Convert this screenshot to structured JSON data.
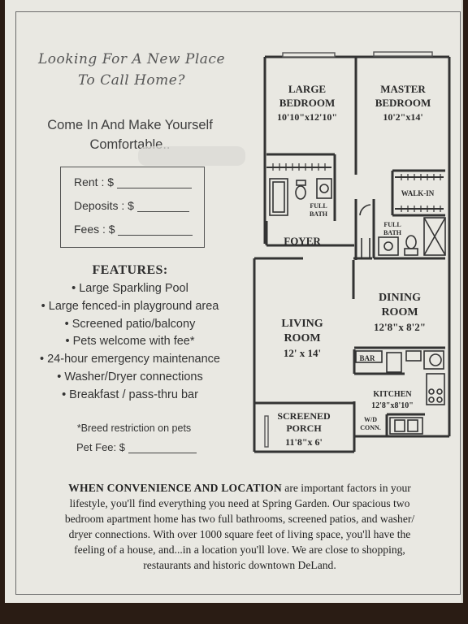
{
  "headline": [
    "Looking For A New Place",
    "To Call Home?"
  ],
  "welcome": [
    "Come In And Make Yourself",
    "Comfortable.."
  ],
  "costs": [
    {
      "label": "Rent : $"
    },
    {
      "label": "Deposits : $"
    },
    {
      "label": "Fees : $"
    }
  ],
  "features": {
    "title": "FEATURES:",
    "items": [
      "Large Sparkling Pool",
      "Large fenced-in playground area",
      "Screened patio/balcony",
      "Pets welcome with fee*",
      "24-hour emergency maintenance",
      "Washer/Dryer connections",
      "Breakfast / pass-thru bar"
    ],
    "note": "*Breed restriction on pets",
    "pet_fee_label": "Pet Fee: $"
  },
  "floorplan": {
    "large_bedroom": {
      "name": [
        "LARGE",
        "BEDROOM"
      ],
      "size": "10'10\"x12'10\""
    },
    "master_bedroom": {
      "name": [
        "MASTER",
        "BEDROOM"
      ],
      "size": "10'2\"x14'"
    },
    "full_bath_1": [
      "FULL",
      "BATH"
    ],
    "full_bath_2": [
      "FULL",
      "BATH"
    ],
    "walk_in": "WALK-IN",
    "foyer": "FOYER",
    "dining_room": {
      "name": [
        "DINING",
        "ROOM"
      ],
      "size": "12'8\"x 8'2\""
    },
    "living_room": {
      "name": [
        "LIVING",
        "ROOM"
      ],
      "size": "12' x 14'"
    },
    "bar": "BAR",
    "kitchen": {
      "name": "KITCHEN",
      "size": "12'8\"x8'10\""
    },
    "screened_porch": {
      "name": [
        "SCREENED",
        "PORCH"
      ],
      "size": "11'8\"x 6'"
    },
    "wd_conn": [
      "W/D",
      "CONN."
    ]
  },
  "body": {
    "lead": "WHEN CONVENIENCE AND LOCATION",
    "lines": [
      " are important factors in your",
      "lifestyle, you'll find everything you need at Spring Garden. Our spacious two",
      "bedroom apartment home has two full bathrooms, screened patios, and washer/",
      "dryer connections. With over 1000 square feet of living space, you'll have the",
      "feeling of a house, and...in a location you'll love. We are close to shopping,",
      "restaurants and historic downtown DeLand."
    ]
  }
}
